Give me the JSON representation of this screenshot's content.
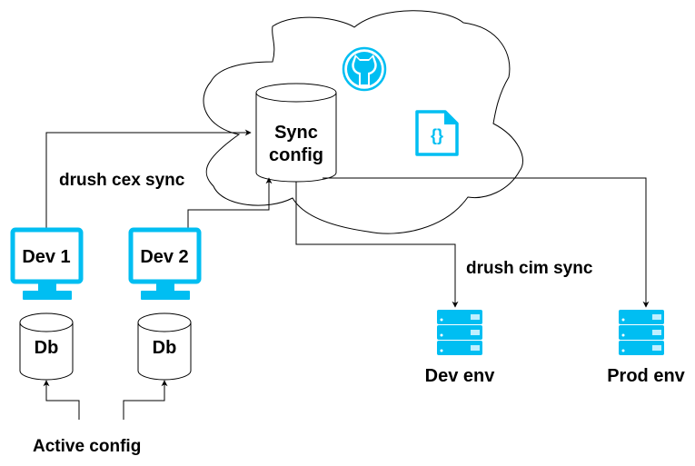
{
  "colors": {
    "accent": "#00BEF2",
    "stroke": "#000000",
    "background": "#FFFFFF"
  },
  "cloud": {
    "icons": [
      "github-icon",
      "json-file-icon"
    ]
  },
  "nodes": {
    "sync_config": {
      "label_line1": "Sync",
      "label_line2": "config",
      "shape": "cylinder"
    },
    "dev1": {
      "label": "Dev 1",
      "icon": "monitor-icon"
    },
    "dev2": {
      "label": "Dev 2",
      "icon": "monitor-icon"
    },
    "db1": {
      "label": "Db",
      "shape": "cylinder"
    },
    "db2": {
      "label": "Db",
      "shape": "cylinder"
    },
    "dev_env": {
      "label": "Dev env",
      "icon": "server-icon"
    },
    "prod_env": {
      "label": "Prod env",
      "icon": "server-icon"
    }
  },
  "edge_labels": {
    "export": "drush cex sync",
    "import": "drush cim sync",
    "active": "Active config"
  },
  "edges": [
    {
      "from": "dev1",
      "to": "sync_config"
    },
    {
      "from": "dev2",
      "to": "sync_config"
    },
    {
      "from": "sync_config",
      "to": "dev_env"
    },
    {
      "from": "sync_config",
      "to": "prod_env"
    },
    {
      "from": "active_config",
      "to": "db1"
    },
    {
      "from": "active_config",
      "to": "db2"
    }
  ]
}
